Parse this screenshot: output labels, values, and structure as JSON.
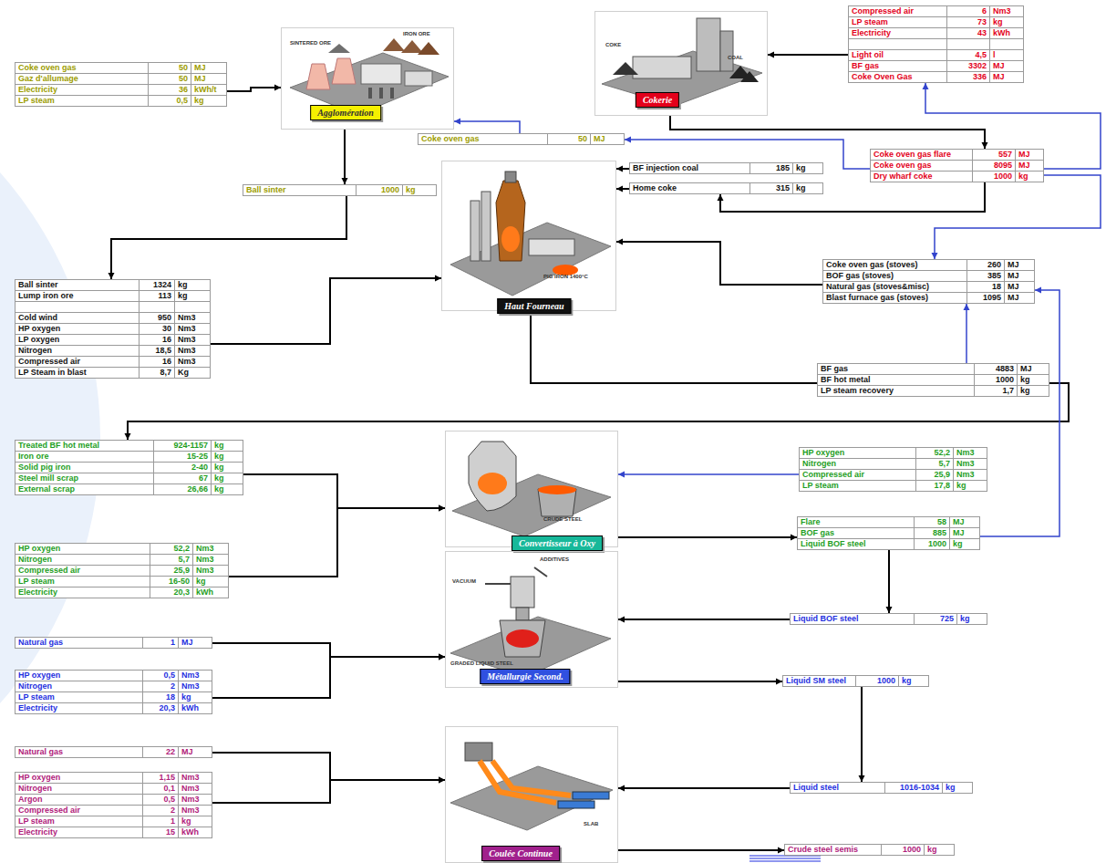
{
  "diagram": {
    "nodes": [
      {
        "text": [
          "Coke oven gas",
          "50",
          "MJ",
          "Gaz d'allumage",
          "50",
          "MJ",
          "Electricity",
          "36",
          "kWh/t",
          "LP steam",
          "0,5",
          "kg"
        ]
      },
      {
        "text": [
          "Agglomération"
        ]
      },
      {
        "text": [
          "Compressed air",
          "6",
          "Nm3",
          "LP steam",
          "73",
          "kg",
          "Electricity",
          "43",
          "kWh",
          "Light oil",
          "4,5",
          "l",
          "BF gas",
          "3302",
          "MJ",
          "Coke Oven Gas",
          "336",
          "MJ"
        ]
      },
      {
        "text": [
          "Cokerie"
        ]
      },
      {
        "text": [
          "Coke oven gas",
          "50",
          "MJ"
        ]
      },
      {
        "text": [
          "Coke oven gas flare",
          "557",
          "MJ",
          "Coke oven gas",
          "8095",
          "MJ",
          "Dry wharf coke",
          "1000",
          "kg"
        ]
      },
      {
        "text": [
          "Ball sinter",
          "1000",
          "kg"
        ]
      },
      {
        "text": [
          "BF injection coal",
          "185",
          "kg"
        ]
      },
      {
        "text": [
          "Home coke",
          "315",
          "kg"
        ]
      },
      {
        "text": [
          "Haut Fourneau"
        ]
      },
      {
        "text": [
          "Ball sinter",
          "1324",
          "kg",
          "Lump iron ore",
          "113",
          "kg",
          "Cold wind",
          "950",
          "Nm3",
          "HP oxygen",
          "30",
          "Nm3",
          "LP oxygen",
          "16",
          "Nm3",
          "Nitrogen",
          "18,5",
          "Nm3",
          "Compressed air",
          "16",
          "Nm3",
          "LP Steam in blast",
          "8,7",
          "Kg"
        ]
      },
      {
        "text": [
          "Coke oven gas (stoves)",
          "260",
          "MJ",
          "BOF gas (stoves)",
          "385",
          "MJ",
          "Natural gas (stoves&misc)",
          "18",
          "MJ",
          "Blast furnace gas (stoves)",
          "1095",
          "MJ"
        ]
      },
      {
        "text": [
          "BF gas",
          "4883",
          "MJ",
          "BF hot metal",
          "1000",
          "kg",
          "LP steam recovery",
          "1,7",
          "kg"
        ]
      },
      {
        "text": [
          "Treated BF hot metal",
          "924-1157",
          "kg",
          "Iron ore",
          "15-25",
          "kg",
          "Solid pig iron",
          "2-40",
          "kg",
          "Steel mill scrap",
          "67",
          "kg",
          "External scrap",
          "26,66",
          "kg"
        ]
      },
      {
        "text": [
          "Convertisseur à Oxy"
        ]
      },
      {
        "text": [
          "HP oxygen",
          "52,2",
          "Nm3",
          "Nitrogen",
          "5,7",
          "Nm3",
          "Compressed air",
          "25,9",
          "Nm3",
          "LP steam",
          "17,8",
          "kg"
        ]
      },
      {
        "text": [
          "Flare",
          "58",
          "MJ",
          "BOF gas",
          "885",
          "MJ",
          "Liquid BOF steel",
          "1000",
          "kg"
        ]
      },
      {
        "text": [
          "HP oxygen",
          "52,2",
          "Nm3",
          "Nitrogen",
          "5,7",
          "Nm3",
          "Compressed air",
          "25,9",
          "Nm3",
          "LP steam",
          "16-50",
          "kg",
          "Electricity",
          "20,3",
          "kWh"
        ]
      },
      {
        "text": [
          "Métallurgie Second."
        ]
      },
      {
        "text": [
          "Liquid BOF steel",
          "725",
          "kg"
        ]
      },
      {
        "text": [
          "Natural gas",
          "1",
          "MJ"
        ]
      },
      {
        "text": [
          "HP oxygen",
          "0,5",
          "Nm3",
          "Nitrogen",
          "2",
          "Nm3",
          "LP steam",
          "18",
          "kg",
          "Electricity",
          "20,3",
          "kWh"
        ]
      },
      {
        "text": [
          "Liquid SM steel",
          "1000",
          "kg"
        ]
      },
      {
        "text": [
          "Natural gas",
          "22",
          "MJ"
        ]
      },
      {
        "text": [
          "Coulée Continue"
        ]
      },
      {
        "text": [
          "HP oxygen",
          "1,15",
          "Nm3",
          "Nitrogen",
          "0,1",
          "Nm3",
          "Argon",
          "0,5",
          "Nm3",
          "Compressed air",
          "2",
          "Nm3",
          "LP steam",
          "1",
          "kg",
          "Electricity",
          "15",
          "kWh"
        ]
      },
      {
        "text": [
          "Liquid steel",
          "1016-1034",
          "kg"
        ]
      },
      {
        "text": [
          "Crude steel semis",
          "1000",
          "kg"
        ]
      }
    ],
    "edges": [
      {
        "from": 0,
        "to": 1,
        "arrow": "to"
      },
      {
        "from": 4,
        "to": 1,
        "arrow": "to"
      },
      {
        "from": 2,
        "to": 3,
        "arrow": "to"
      },
      {
        "from": 3,
        "to": 5,
        "arrow": "to"
      },
      {
        "from": 5,
        "to": 4,
        "arrow": "to"
      },
      {
        "from": 5,
        "to": 2,
        "arrow": "to"
      },
      {
        "from": 5,
        "to": 11,
        "arrow": "to"
      },
      {
        "from": 5,
        "to": 8,
        "arrow": "to"
      },
      {
        "from": 1,
        "to": 6,
        "arrow": "to"
      },
      {
        "from": 6,
        "to": 10,
        "arrow": "to"
      },
      {
        "from": 10,
        "to": 9,
        "arrow": "to"
      },
      {
        "from": 7,
        "to": 9,
        "arrow": "to"
      },
      {
        "from": 8,
        "to": 9,
        "arrow": "to"
      },
      {
        "from": 11,
        "to": 9,
        "arrow": "to"
      },
      {
        "from": 9,
        "to": 12,
        "arrow": "none"
      },
      {
        "from": 12,
        "to": 11,
        "arrow": "to"
      },
      {
        "from": 12,
        "to": 13,
        "arrow": "to"
      },
      {
        "from": 13,
        "to": 14,
        "arrow": "to"
      },
      {
        "from": 17,
        "to": 14,
        "arrow": "to"
      },
      {
        "from": 15,
        "to": 14,
        "arrow": "to"
      },
      {
        "from": 14,
        "to": 16,
        "arrow": "to"
      },
      {
        "from": 16,
        "to": 11,
        "arrow": "to"
      },
      {
        "from": 16,
        "to": 19,
        "arrow": "to"
      },
      {
        "from": 19,
        "to": 18,
        "arrow": "to"
      },
      {
        "from": 20,
        "to": 18,
        "arrow": "to"
      },
      {
        "from": 21,
        "to": 18,
        "arrow": "to"
      },
      {
        "from": 18,
        "to": 22,
        "arrow": "to"
      },
      {
        "from": 22,
        "to": 26,
        "arrow": "to"
      },
      {
        "from": 26,
        "to": 24,
        "arrow": "to"
      },
      {
        "from": 23,
        "to": 24,
        "arrow": "to"
      },
      {
        "from": 25,
        "to": 24,
        "arrow": "to"
      },
      {
        "from": 24,
        "to": 27,
        "arrow": "to"
      }
    ],
    "labels": [
      "SINTERED ORE",
      "IRON ORE",
      "COKE",
      "COAL",
      "PIG IRON 1400°C",
      "CRUDE STEEL",
      "ADDITIVES",
      "VACUUM",
      "GRADED LIQUID STEEL",
      "SLAB"
    ]
  }
}
